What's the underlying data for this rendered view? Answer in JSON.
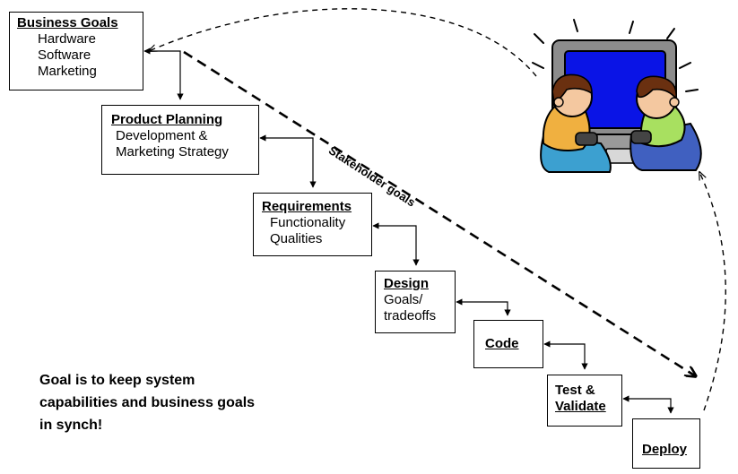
{
  "stages": {
    "business": {
      "title": "Business Goals",
      "lines": [
        "Hardware",
        "Software",
        "Marketing"
      ]
    },
    "planning": {
      "title": "Product Planning",
      "lines": [
        "Development &",
        "Marketing Strategy"
      ]
    },
    "requirements": {
      "title": "Requirements",
      "lines": [
        "Functionality",
        "Qualities"
      ]
    },
    "design": {
      "title": "Design",
      "lines": [
        "Goals/",
        "tradeoffs"
      ]
    },
    "code": {
      "title": "Code"
    },
    "test": {
      "title_line1": "Test &",
      "title_line2": "Validate"
    },
    "deploy": {
      "title": "Deploy"
    }
  },
  "stakeholder_label": "Stakeholder goals",
  "message": {
    "line1": "Goal is to keep system",
    "line2": "capabilities and business goals",
    "line3": "in synch!"
  },
  "colors": {
    "screen": "#0a14e6",
    "monitor": "#8c8c8c",
    "shirt_left": "#f0b040",
    "shirt_right": "#a8e060",
    "pants_left": "#3ca0d0",
    "pants_right": "#4060c0",
    "skin": "#f4c8a0",
    "hair": "#6a3010"
  }
}
